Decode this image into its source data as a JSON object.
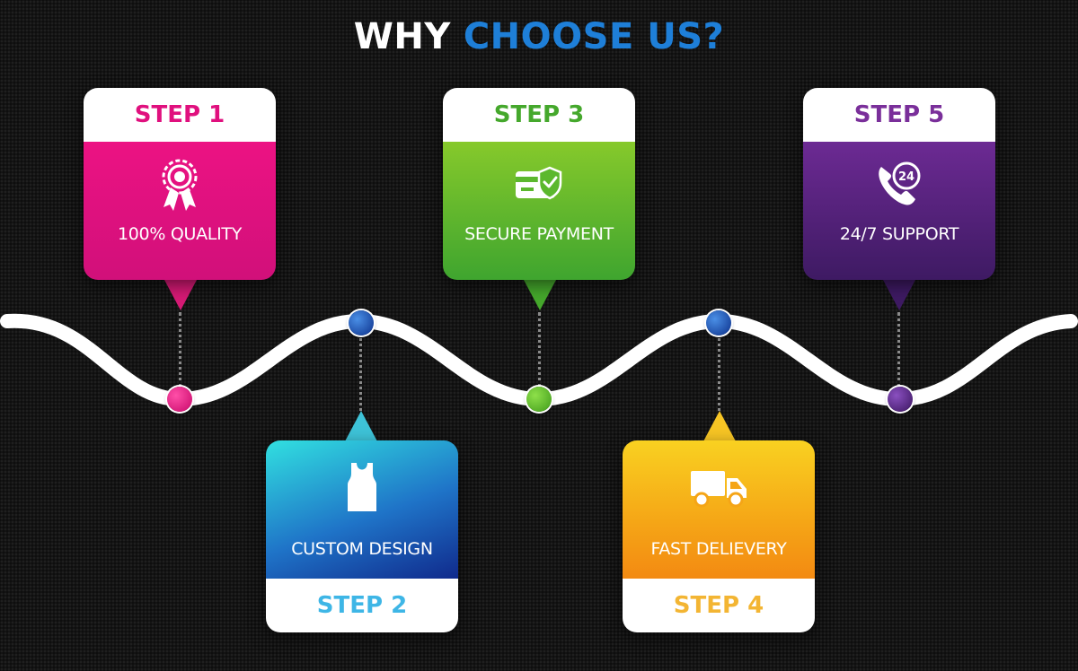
{
  "title": {
    "part1": "WHY",
    "part2": "CHOOSE US?"
  },
  "steps": [
    {
      "step": "STEP 1",
      "label": "100% QUALITY",
      "icon": "award-ribbon-icon",
      "color": "#e0107e",
      "accent": "#d61a75"
    },
    {
      "step": "STEP 2",
      "label": "CUSTOM DESIGN",
      "icon": "tank-top-icon",
      "color": "#1f74c8",
      "accent": "#3eb6e6"
    },
    {
      "step": "STEP 3",
      "label": "SECURE PAYMENT",
      "icon": "secure-card-icon",
      "color": "#5cb82e",
      "accent": "#45a82c"
    },
    {
      "step": "STEP 4",
      "label": "FAST DELIEVERY",
      "icon": "delivery-truck-icon",
      "color": "#f5a516",
      "accent": "#f3b533"
    },
    {
      "step": "STEP 5",
      "label": "24/7 SUPPORT",
      "icon": "phone-24-icon",
      "color": "#5a2a86",
      "accent": "#7a3c9e"
    }
  ]
}
